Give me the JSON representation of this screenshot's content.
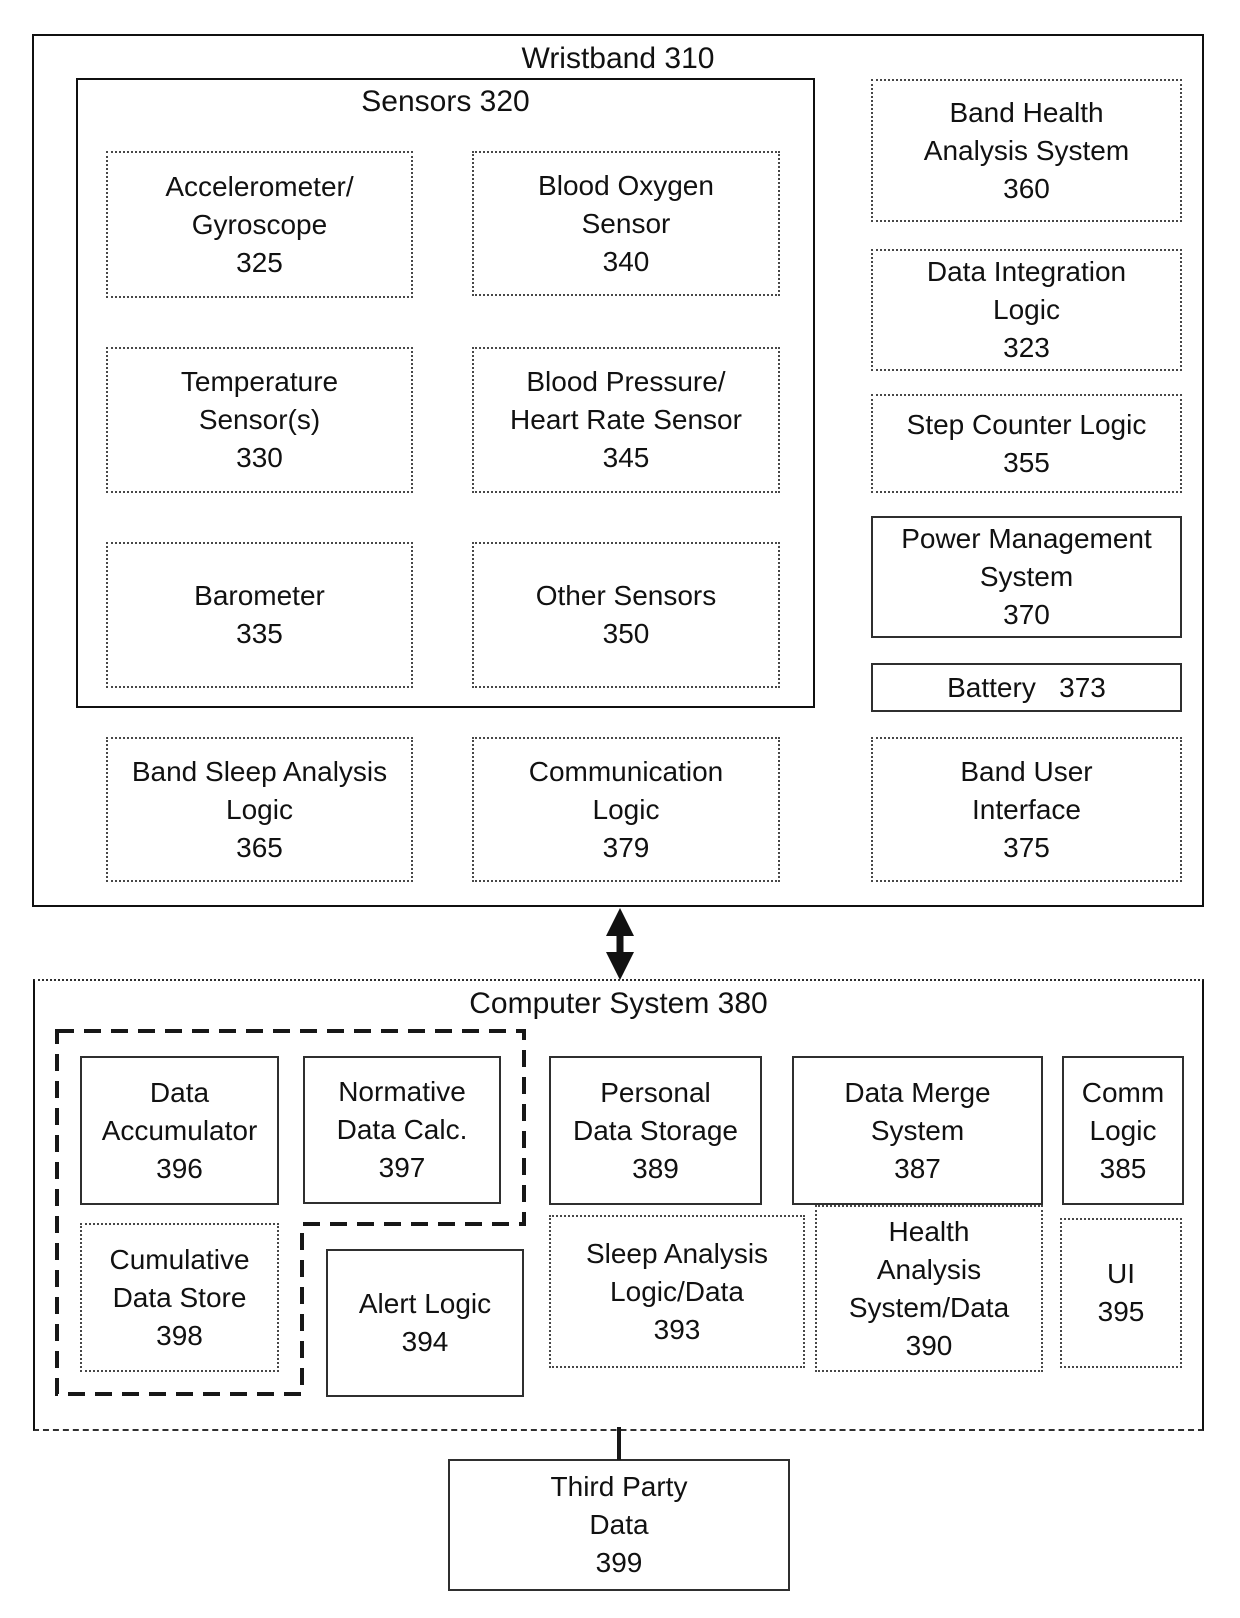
{
  "colors": {
    "background": "#ffffff",
    "line": "#101010",
    "text": "#111111"
  },
  "wristband": {
    "title": "Wristband 310",
    "sensors": {
      "title": "Sensors 320",
      "accelerometer": "Accelerometer/\nGyroscope\n325",
      "blood_oxygen": "Blood Oxygen\nSensor\n340",
      "temperature": "Temperature\nSensor(s)\n330",
      "blood_pressure": "Blood Pressure/\nHeart Rate Sensor\n345",
      "barometer": "Barometer\n335",
      "other_sensors": "Other Sensors\n350"
    },
    "band_health_analysis": "Band Health\nAnalysis System\n360",
    "data_integration": "Data Integration\nLogic\n323",
    "step_counter": "Step Counter Logic\n355",
    "power_management": "Power Management\nSystem\n370",
    "battery": "Battery   373",
    "band_sleep_analysis": "Band Sleep Analysis\nLogic\n365",
    "communication_logic": "Communication\nLogic\n379",
    "band_user_interface": "Band User\nInterface\n375"
  },
  "computer": {
    "title": "Computer System 380",
    "data_accumulator": "Data\nAccumulator\n396",
    "normative_data_calc": "Normative\nData Calc.\n397",
    "cumulative_data_store": "Cumulative\nData Store\n398",
    "alert_logic": "Alert Logic\n394",
    "personal_data_storage": "Personal\nData Storage\n389",
    "data_merge_system": "Data Merge\nSystem\n387",
    "comm_logic": "Comm\nLogic\n385",
    "sleep_analysis": "Sleep Analysis\nLogic/Data\n393",
    "health_analysis": "Health\nAnalysis\nSystem/Data\n390",
    "ui": "UI\n395"
  },
  "third_party": {
    "label": "Third Party\nData\n399"
  }
}
